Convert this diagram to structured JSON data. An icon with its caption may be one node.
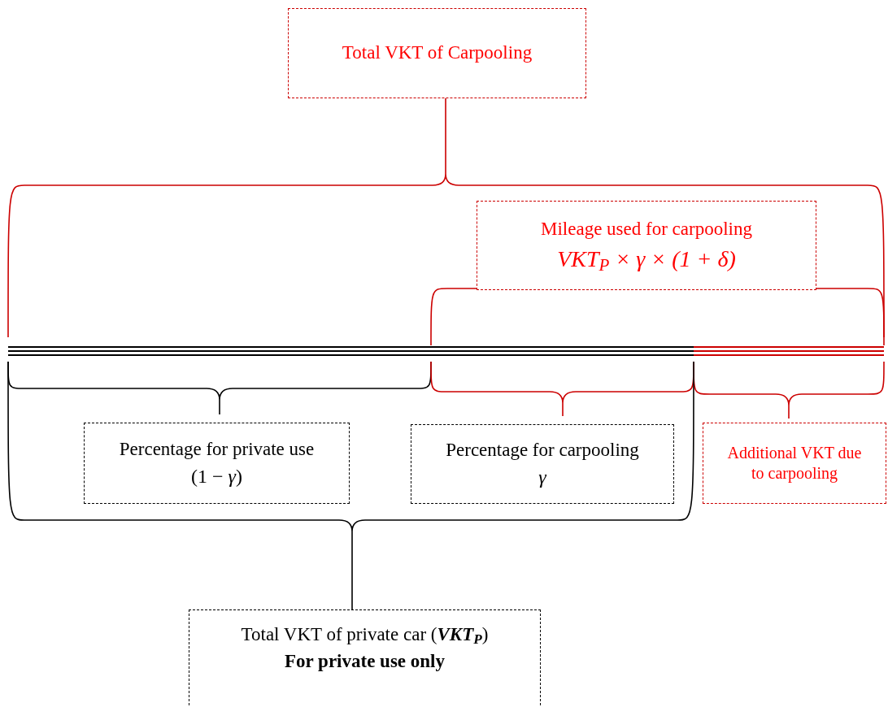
{
  "diagram": {
    "nodes": [
      {
        "text": [
          "Total VKT of Carpooling"
        ]
      },
      {
        "text": [
          "Mileage used for carpooling",
          "VKT$_{P}$ × γ × (1 + δ)"
        ]
      },
      {
        "text": [
          "Percentage for private use",
          "(1 − *γ*)"
        ]
      },
      {
        "text": [
          "Percentage for carpooling",
          "*γ*"
        ]
      },
      {
        "text": [
          "Additional VKT due to carpooling"
        ]
      },
      {
        "text": [
          "Total VKT of private car (**VKT$_{P}$**)",
          "For private use only"
        ]
      }
    ]
  }
}
